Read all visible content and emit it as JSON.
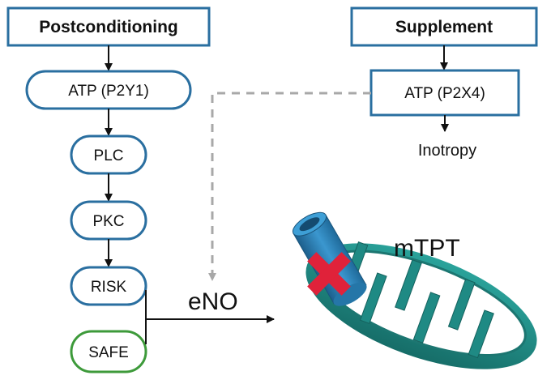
{
  "colors": {
    "node_stroke": "#2a6fa0",
    "safe_stroke": "#3d9a3a",
    "arrow": "#111111",
    "dashed": "#a8a8a8",
    "mito_outer": "#1f8a84",
    "mito_inner": "#1c7671",
    "pore": "#2d84b8",
    "block_mark": "#e0223a"
  },
  "left_column": {
    "title": "Postconditioning",
    "nodes": [
      "ATP (P2Y1)",
      "PLC",
      "PKC",
      "RISK",
      "SAFE"
    ]
  },
  "right_column": {
    "title": "Supplement",
    "node": "ATP (P2X4)",
    "outcome": "Inotropy"
  },
  "mediator": "eNO",
  "target": {
    "label": "mTPT",
    "icons": [
      "mitochondrion-icon",
      "pore-cylinder-icon",
      "block-cross-icon"
    ]
  }
}
